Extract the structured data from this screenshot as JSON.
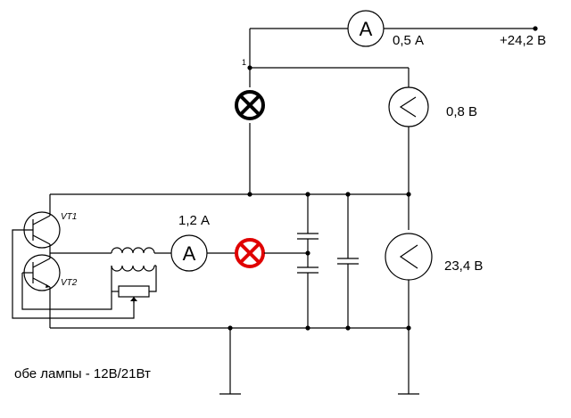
{
  "supply": {
    "label": "+24,2 В"
  },
  "node_label": "1",
  "meters": {
    "ammeter_top": {
      "symbol": "A",
      "reading": "0,5 А"
    },
    "voltmeter_top": {
      "reading": "0,8 В"
    },
    "ammeter_mid": {
      "symbol": "A",
      "reading": "1,2 А"
    },
    "voltmeter_bottom": {
      "reading": "23,4 В"
    }
  },
  "transistors": {
    "vt1": "VT1",
    "vt2": "VT2"
  },
  "lamps": {
    "top_color": "#000000",
    "bottom_color": "#e00000"
  },
  "note": "обе лампы - 12В/21Вт"
}
